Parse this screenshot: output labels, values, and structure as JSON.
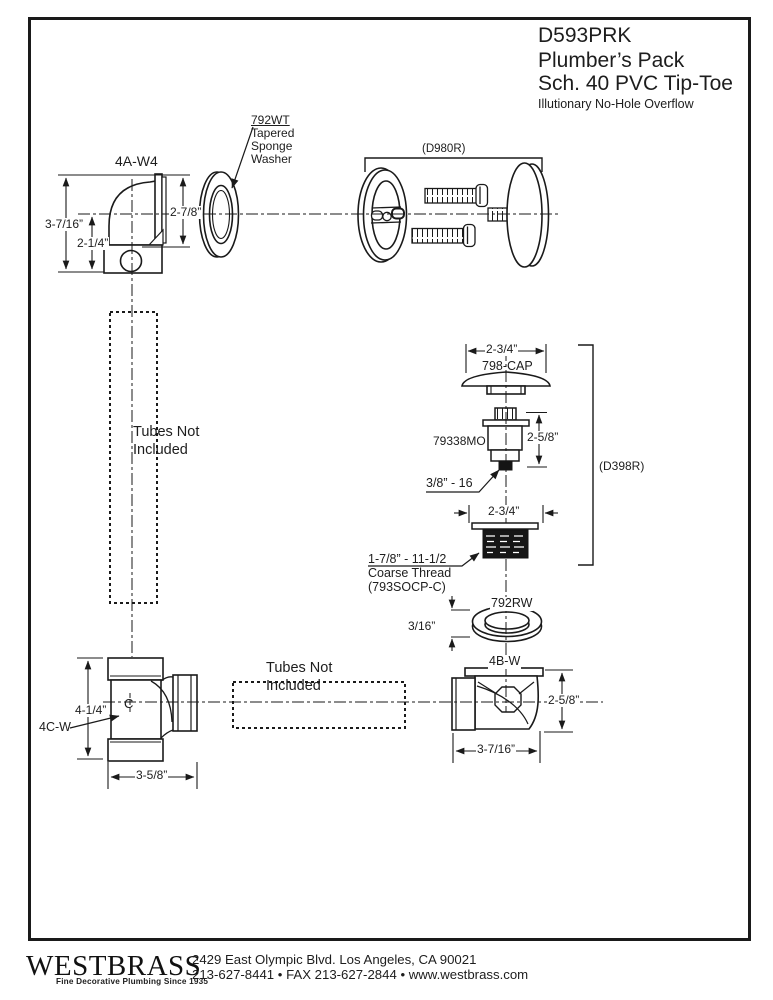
{
  "colors": {
    "ink": "#1a1a1a",
    "paper": "#ffffff"
  },
  "title_block": {
    "part_number": "D593PRK",
    "line1": "Plumber’s Pack",
    "line2": "Sch. 40 PVC Tip-Toe",
    "subtitle": "Illutionary No-Hole Overflow"
  },
  "parts": {
    "elbow_4aw4": {
      "label": "4A-W4",
      "dim_height": "3-7/16”",
      "dim_lower": "2-1/4”",
      "dim_face": "2-7/8”"
    },
    "washer_792wt": {
      "code": "792WT",
      "desc_line1": "Tapered",
      "desc_line2": "Sponge",
      "desc_line3": "Washer"
    },
    "overflow_assembly": {
      "label": "(D980R)"
    },
    "cap_798": {
      "dim_width": "2-3/4”",
      "label": "798-CAP"
    },
    "drain_79338mo": {
      "label": "79338MO",
      "dim_height": "2-5/8”",
      "thread": "3/8” - 16",
      "assembly_label": "(D398R)"
    },
    "coarse_thread": {
      "dim_width": "2-3/4”",
      "spec_line1": "1-7/8” - 11-1/2",
      "spec_line2": "Coarse Thread",
      "spec_line3": "(793SOCP-C)"
    },
    "washer_792rw": {
      "code": "792RW",
      "dim_thickness": "3/16”"
    },
    "elbow_4bw": {
      "label": "4B-W",
      "dim_height": "2-5/8”",
      "dim_width": "3-7/16”"
    },
    "tee_4cw": {
      "label": "4C-W",
      "dim_height": "4-1/4”",
      "dim_width": "3-5/8”",
      "centerline_mark": "C"
    }
  },
  "notes": {
    "tubes_vertical_line1": "Tubes Not",
    "tubes_vertical_line2": "Included",
    "tubes_horizontal_line1": "Tubes Not",
    "tubes_horizontal_line2": "Included"
  },
  "footer": {
    "brand": "WESTBRASS",
    "tagline": "Fine Decorative Plumbing Since 1935",
    "address": "2429 East Olympic Blvd. Los Angeles, CA  90021",
    "contact": "213-627-8441 • FAX 213-627-2844 • www.westbrass.com"
  }
}
